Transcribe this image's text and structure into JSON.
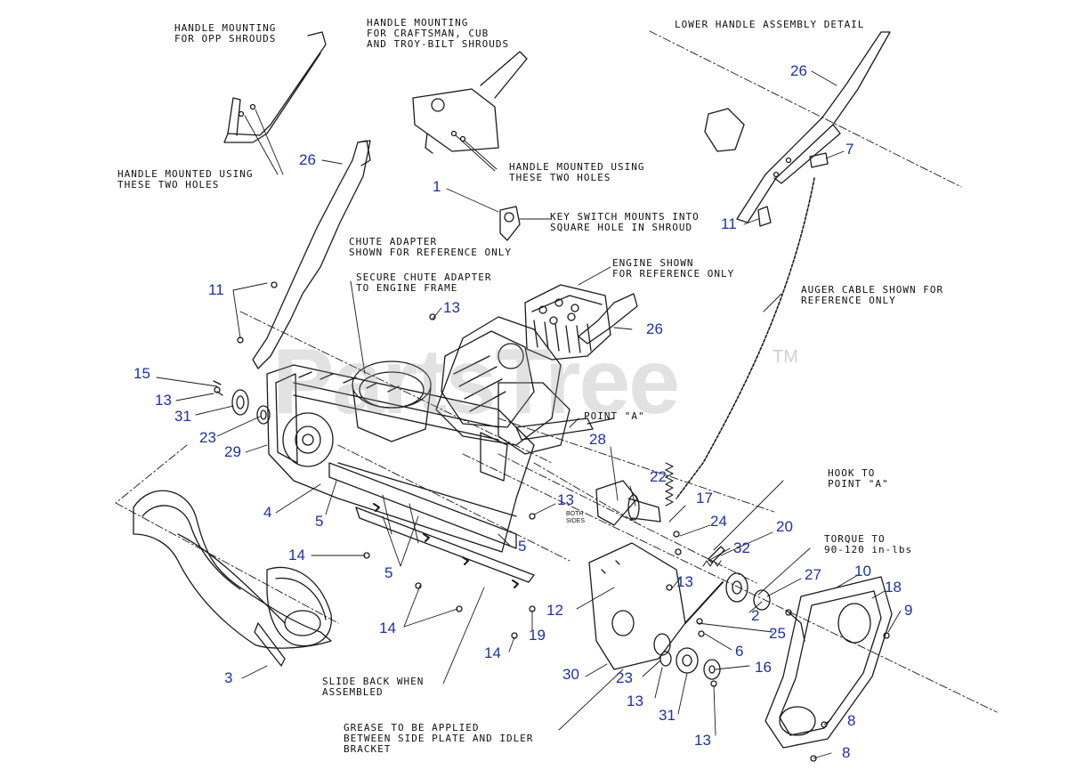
{
  "watermark": {
    "brand": "PartsTree",
    "tm": "TM"
  },
  "notes": {
    "handle_opp": "HANDLE MOUNTING\nFOR OPP SHROUDS",
    "handle_craftsman": "HANDLE MOUNTING\nFOR CRAFTSMAN, CUB\nAND TROY-BILT SHROUDS",
    "lower_handle": "LOWER HANDLE ASSEMBLY DETAIL",
    "mounted_left": "HANDLE MOUNTED USING\nTHESE TWO HOLES",
    "mounted_center": "HANDLE MOUNTED USING\nTHESE TWO HOLES",
    "key_switch": "KEY SWITCH MOUNTS INTO\nSQUARE HOLE IN SHROUD",
    "chute_adapter": "CHUTE ADAPTER\nSHOWN FOR REFERENCE ONLY",
    "secure_chute": "SECURE CHUTE ADAPTER\nTO ENGINE FRAME",
    "engine_shown": "ENGINE SHOWN\nFOR REFERENCE ONLY",
    "auger_cable": "AUGER CABLE SHOWN FOR\nREFERENCE ONLY",
    "point_a": "POINT \"A\"",
    "hook_point_a": "HOOK TO\nPOINT \"A\"",
    "torque": "TORQUE TO\n90-120 in-lbs",
    "both_sides": "BOTH\nSIDES",
    "slide_back": "SLIDE BACK WHEN\nASSEMBLED",
    "grease": "GREASE TO BE APPLIED\nBETWEEN SIDE PLATE AND IDLER\nBRACKET"
  },
  "callouts": [
    {
      "id": "c-26-top",
      "text": "26"
    },
    {
      "id": "c-7",
      "text": "7"
    },
    {
      "id": "c-26-left",
      "text": "26"
    },
    {
      "id": "c-1",
      "text": "1"
    },
    {
      "id": "c-11-right",
      "text": "11"
    },
    {
      "id": "c-11-left",
      "text": "11"
    },
    {
      "id": "c-13-center",
      "text": "13"
    },
    {
      "id": "c-26-right",
      "text": "26"
    },
    {
      "id": "c-15",
      "text": "15"
    },
    {
      "id": "c-13-left",
      "text": "13"
    },
    {
      "id": "c-31-left",
      "text": "31"
    },
    {
      "id": "c-23-left",
      "text": "23"
    },
    {
      "id": "c-29",
      "text": "29"
    },
    {
      "id": "c-28",
      "text": "28"
    },
    {
      "id": "c-22",
      "text": "22"
    },
    {
      "id": "c-13-mid",
      "text": "13"
    },
    {
      "id": "c-17",
      "text": "17"
    },
    {
      "id": "c-4",
      "text": "4"
    },
    {
      "id": "c-5-a",
      "text": "5"
    },
    {
      "id": "c-24",
      "text": "24"
    },
    {
      "id": "c-20",
      "text": "20"
    },
    {
      "id": "c-5-b",
      "text": "5"
    },
    {
      "id": "c-14-a",
      "text": "14"
    },
    {
      "id": "c-32",
      "text": "32"
    },
    {
      "id": "c-5-c",
      "text": "5"
    },
    {
      "id": "c-27",
      "text": "27"
    },
    {
      "id": "c-10",
      "text": "10"
    },
    {
      "id": "c-13-gear",
      "text": "13"
    },
    {
      "id": "c-18",
      "text": "18"
    },
    {
      "id": "c-12",
      "text": "12"
    },
    {
      "id": "c-9",
      "text": "9"
    },
    {
      "id": "c-2",
      "text": "2"
    },
    {
      "id": "c-14-b",
      "text": "14"
    },
    {
      "id": "c-19",
      "text": "19"
    },
    {
      "id": "c-25",
      "text": "25"
    },
    {
      "id": "c-6",
      "text": "6"
    },
    {
      "id": "c-14-c",
      "text": "14"
    },
    {
      "id": "c-30",
      "text": "30"
    },
    {
      "id": "c-16",
      "text": "16"
    },
    {
      "id": "c-23-right",
      "text": "23"
    },
    {
      "id": "c-3",
      "text": "3"
    },
    {
      "id": "c-13-lower",
      "text": "13"
    },
    {
      "id": "c-31-right",
      "text": "31"
    },
    {
      "id": "c-8-a",
      "text": "8"
    },
    {
      "id": "c-13-bottom",
      "text": "13"
    },
    {
      "id": "c-8-b",
      "text": "8"
    }
  ]
}
